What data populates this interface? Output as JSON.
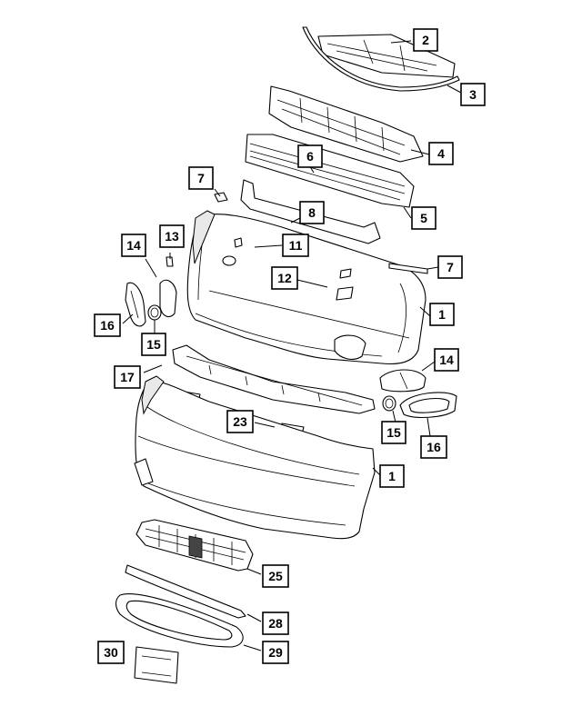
{
  "callouts": [
    {
      "label": "2"
    },
    {
      "label": "3"
    },
    {
      "label": "4"
    },
    {
      "label": "6"
    },
    {
      "label": "7"
    },
    {
      "label": "5"
    },
    {
      "label": "8"
    },
    {
      "label": "13"
    },
    {
      "label": "14"
    },
    {
      "label": "11"
    },
    {
      "label": "7"
    },
    {
      "label": "12"
    },
    {
      "label": "1"
    },
    {
      "label": "16"
    },
    {
      "label": "15"
    },
    {
      "label": "17"
    },
    {
      "label": "14"
    },
    {
      "label": "23"
    },
    {
      "label": "15"
    },
    {
      "label": "16"
    },
    {
      "label": "1"
    },
    {
      "label": "25"
    },
    {
      "label": "28"
    },
    {
      "label": "30"
    },
    {
      "label": "29"
    }
  ]
}
